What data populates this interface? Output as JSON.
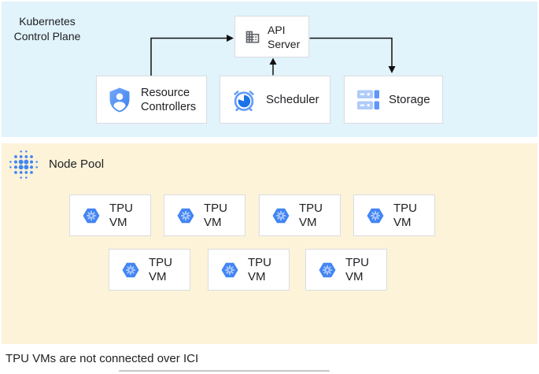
{
  "colors": {
    "panel_blue": "#E1F3FB",
    "panel_cream": "#FCF3D9",
    "box_border": "#DADCE0",
    "google_blue": "#4285F4",
    "light_blue": "#AECBFA",
    "mid_blue": "#669DF6",
    "dark_blue": "#1A73E8",
    "icon_gray": "#5F6368",
    "arrow_black": "#111111",
    "text": "#202124"
  },
  "control_plane": {
    "title": "Kubernetes Control Plane",
    "api_server": {
      "label": "API Server",
      "icon": "building-icon"
    },
    "resource_controllers": {
      "label": "Resource Controllers",
      "icon": "shield-user-icon"
    },
    "scheduler": {
      "label": "Scheduler",
      "icon": "alarm-clock-icon"
    },
    "storage": {
      "label": "Storage",
      "icon": "storage-disks-icon"
    }
  },
  "edges": [
    {
      "from": "resource-controllers",
      "to": "api-server"
    },
    {
      "from": "scheduler",
      "to": "api-server"
    },
    {
      "from": "api-server",
      "to": "storage"
    }
  ],
  "node_pool": {
    "title": "Node Pool",
    "icon": "dots-circle-icon",
    "vms": [
      {
        "label": "TPU VM"
      },
      {
        "label": "TPU VM"
      },
      {
        "label": "TPU VM"
      },
      {
        "label": "TPU VM"
      },
      {
        "label": "TPU VM"
      },
      {
        "label": "TPU VM"
      },
      {
        "label": "TPU VM"
      }
    ]
  },
  "footnote": "TPU VMs are not connected over ICI"
}
